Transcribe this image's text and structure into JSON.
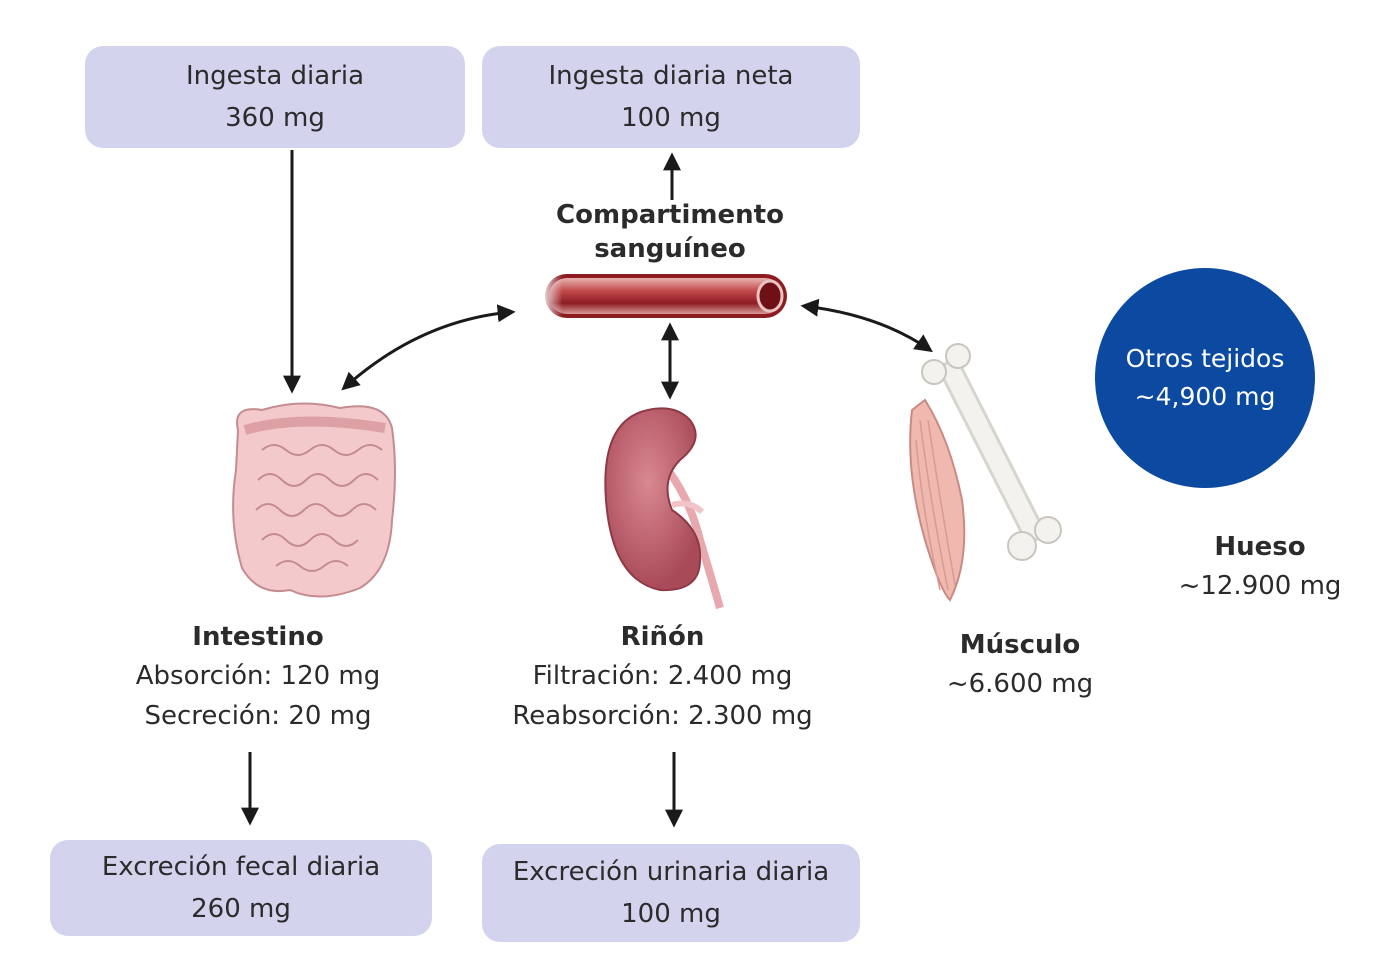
{
  "boxes": {
    "intake": {
      "title": "Ingesta diaria",
      "value": "360 mg"
    },
    "net_intake": {
      "title": "Ingesta diaria neta",
      "value": "100 mg"
    },
    "fecal": {
      "title": "Excreción fecal diaria",
      "value": "260 mg"
    },
    "urinary": {
      "title": "Excreción urinaria diaria",
      "value": "100 mg"
    }
  },
  "blood": {
    "title_line1": "Compartimento",
    "title_line2": "sanguíneo"
  },
  "intestine": {
    "title": "Intestino",
    "line1": "Absorción: 120 mg",
    "line2": "Secreción: 20 mg"
  },
  "kidney": {
    "title": "Riñón",
    "line1": "Filtración: 2.400 mg",
    "line2": "Reabsorción: 2.300 mg"
  },
  "muscle": {
    "title": "Músculo",
    "value": "~6.600 mg"
  },
  "bone": {
    "title": "Hueso",
    "value": "~12.900 mg"
  },
  "other_tissues": {
    "title": "Otros tejidos",
    "value": "~4,900 mg"
  },
  "colors": {
    "box": "#d4d3ee",
    "circle": "#0b4aa0",
    "vessel": "#9c1f24",
    "arrow": "#1a1a1a"
  }
}
